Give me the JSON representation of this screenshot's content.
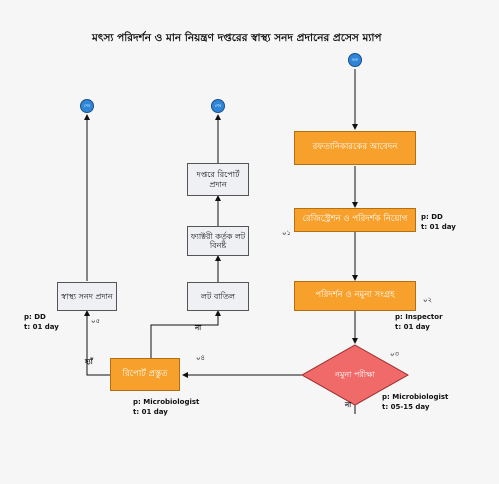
{
  "title": "মৎস্য পরিদর্শন ও মান নিয়ন্ত্রণ দপ্তরের স্বাস্থ্য সনদ প্রদানের প্রসেস ম্যাপ",
  "nodes": {
    "start": "শুরু",
    "apply": "রফতানিকারকের আবেদন",
    "register": "রেজিস্ট্রেশন ও পরিদর্শক নিয়োগ",
    "inspect": "পরিদর্শন ও নমুনা সংগ্রহ",
    "test": "নমুনা পরীক্ষা",
    "report": "রিপোর্ট প্রস্তুত",
    "health_cert": "স্বাস্থ্য সনদ প্রদান",
    "lot_cancel": "লট বাতিল",
    "lot_destroy": "ফ্যাক্টরী কর্তৃক লট বিনষ্ট",
    "report_to_office": "দপ্তরে রিপোর্ট প্রদান",
    "end1": "শেষ",
    "end2": "শেষ"
  },
  "annotations": {
    "register_step": "০১",
    "register_p": "p: DD",
    "register_t": "t: 01 day",
    "inspect_step": "০২",
    "inspect_p": "p: Inspector",
    "inspect_t": "t: 01 day",
    "test_step": "০৩",
    "test_p": "p: Microbiologist",
    "test_t": "t: 05-15 day",
    "report_step": "০৪",
    "report_p": "p: Microbiologist",
    "report_t": "t: 01 day",
    "cert_step": "০৫",
    "cert_p": "p: DD",
    "cert_t": "t: 01 day",
    "yes": "হ্যাঁ",
    "no_left": "না",
    "no_bottom": "না"
  }
}
